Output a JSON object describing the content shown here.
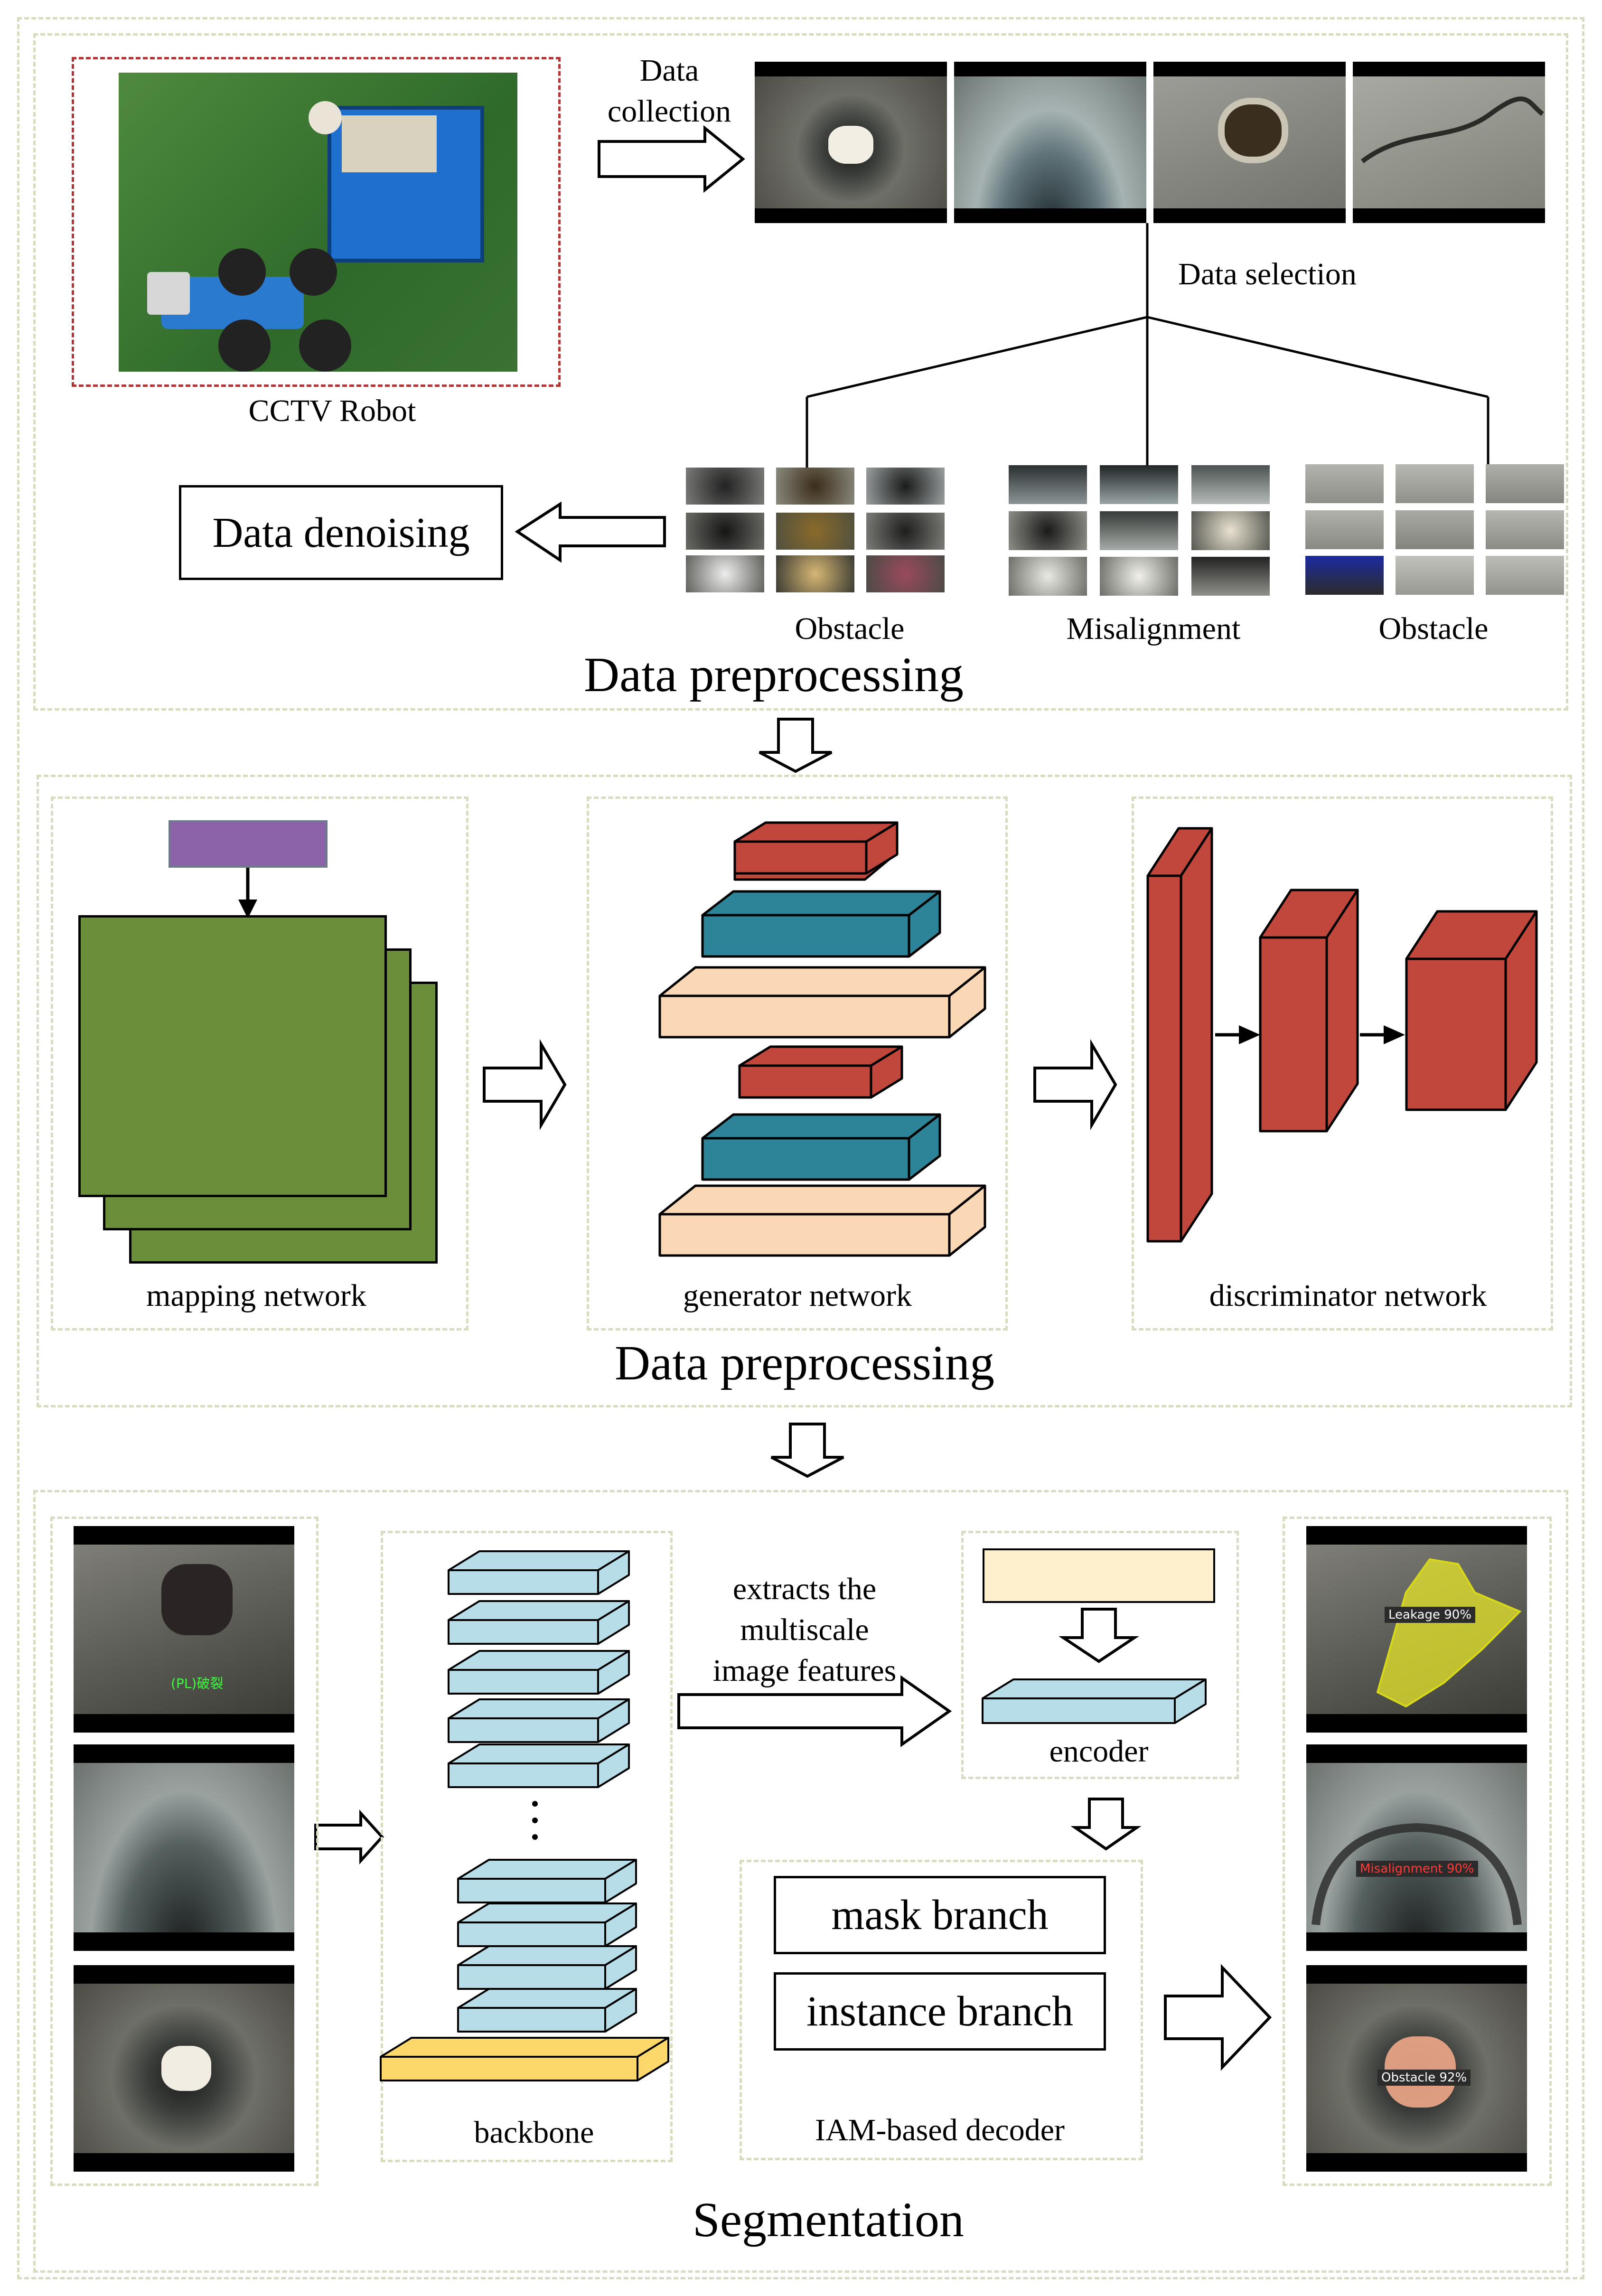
{
  "robot_section": {
    "robot_label": "CCTV Robot",
    "data_collection_label": "Data\ncollection",
    "data_selection_label": "Data selection",
    "data_denoising_label": "Data denoising",
    "group_labels": [
      "Obstacle",
      "Misalignment",
      "Obstacle"
    ],
    "section_title": "Data preprocessing"
  },
  "gan_section": {
    "mapping_label": "mapping network",
    "generator_label": "generator network",
    "discriminator_label": "discriminator network",
    "section_title": "Data preprocessing"
  },
  "segmentation_section": {
    "extract_label": "extracts the\nmultiscale\nimage features",
    "encoder_label": "encoder",
    "backbone_label": "backbone",
    "mask_branch_label": "mask branch",
    "instance_branch_label": "instance branch",
    "decoder_label": "IAM-based decoder",
    "section_title": "Segmentation",
    "result_tags": [
      "Leakage 90%",
      "Misalignment 90%",
      "Obstacle 92%"
    ],
    "input_overlay_text": "(PL)破裂"
  },
  "colors": {
    "mapping_green": "#6b8e3a",
    "latent_purple": "#8c62a8",
    "gen_red": "#c1473d",
    "gen_teal": "#2d8397",
    "gen_peach": "#fad7b5",
    "disc_red": "#c1473d",
    "backbone_blue": "#b7dde8",
    "backbone_yellow": "#fcd86a",
    "encoder_input": "#fff0cd",
    "dashed_border": "#d6dcc0",
    "robot_border": "#b03535"
  }
}
